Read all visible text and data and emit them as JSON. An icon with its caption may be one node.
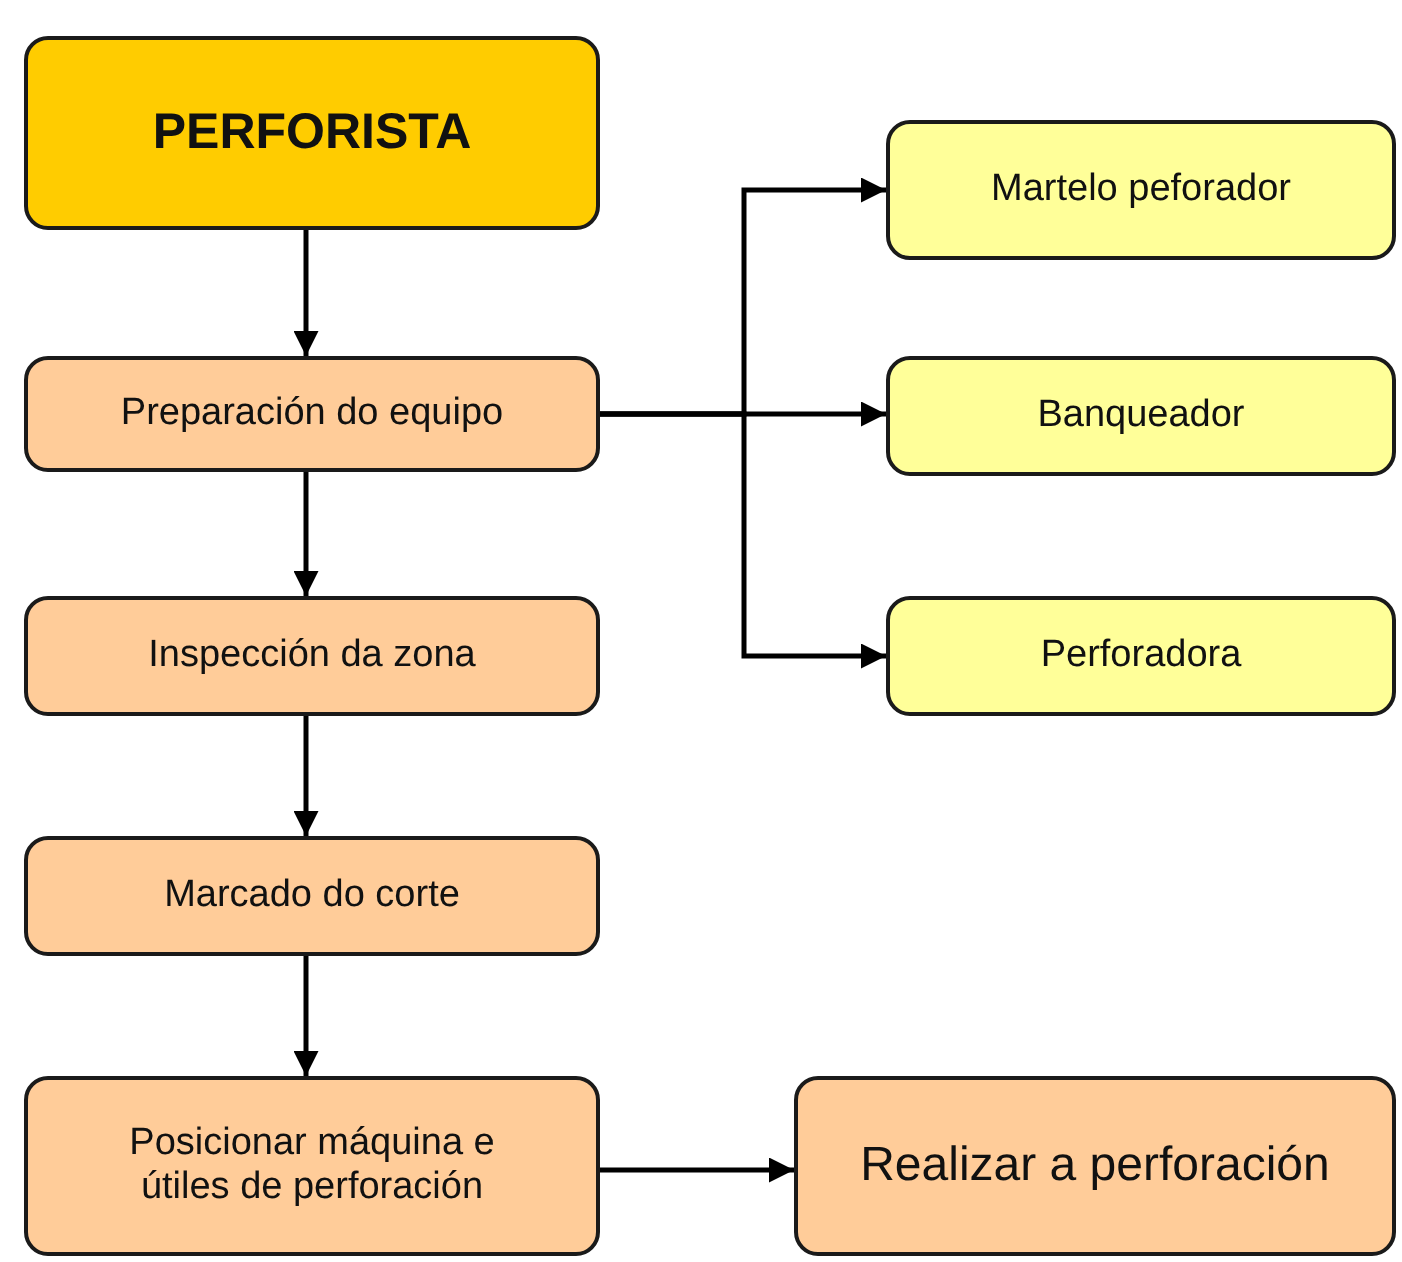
{
  "diagram": {
    "nodes": [
      {
        "text": [
          "PERFORISTA"
        ]
      },
      {
        "text": [
          "Preparación do equipo"
        ]
      },
      {
        "text": [
          "Inspección da zona"
        ]
      },
      {
        "text": [
          "Marcado do corte"
        ]
      },
      {
        "text": [
          "Posicionar máquina e útiles de perforación"
        ]
      },
      {
        "text": [
          "Realizar a perforación"
        ]
      },
      {
        "text": [
          "Martelo peforador"
        ]
      },
      {
        "text": [
          "Banqueador"
        ]
      },
      {
        "text": [
          "Perforadora"
        ]
      }
    ],
    "edges": [
      {
        "from": 0,
        "to": 1,
        "arrow": "to"
      },
      {
        "from": 1,
        "to": 2,
        "arrow": "to"
      },
      {
        "from": 2,
        "to": 3,
        "arrow": "to"
      },
      {
        "from": 3,
        "to": 4,
        "arrow": "to"
      },
      {
        "from": 4,
        "to": 5,
        "arrow": "to"
      },
      {
        "from": 1,
        "to": 6,
        "arrow": "to"
      },
      {
        "from": 1,
        "to": 7,
        "arrow": "to"
      },
      {
        "from": 1,
        "to": 8,
        "arrow": "to"
      }
    ]
  }
}
